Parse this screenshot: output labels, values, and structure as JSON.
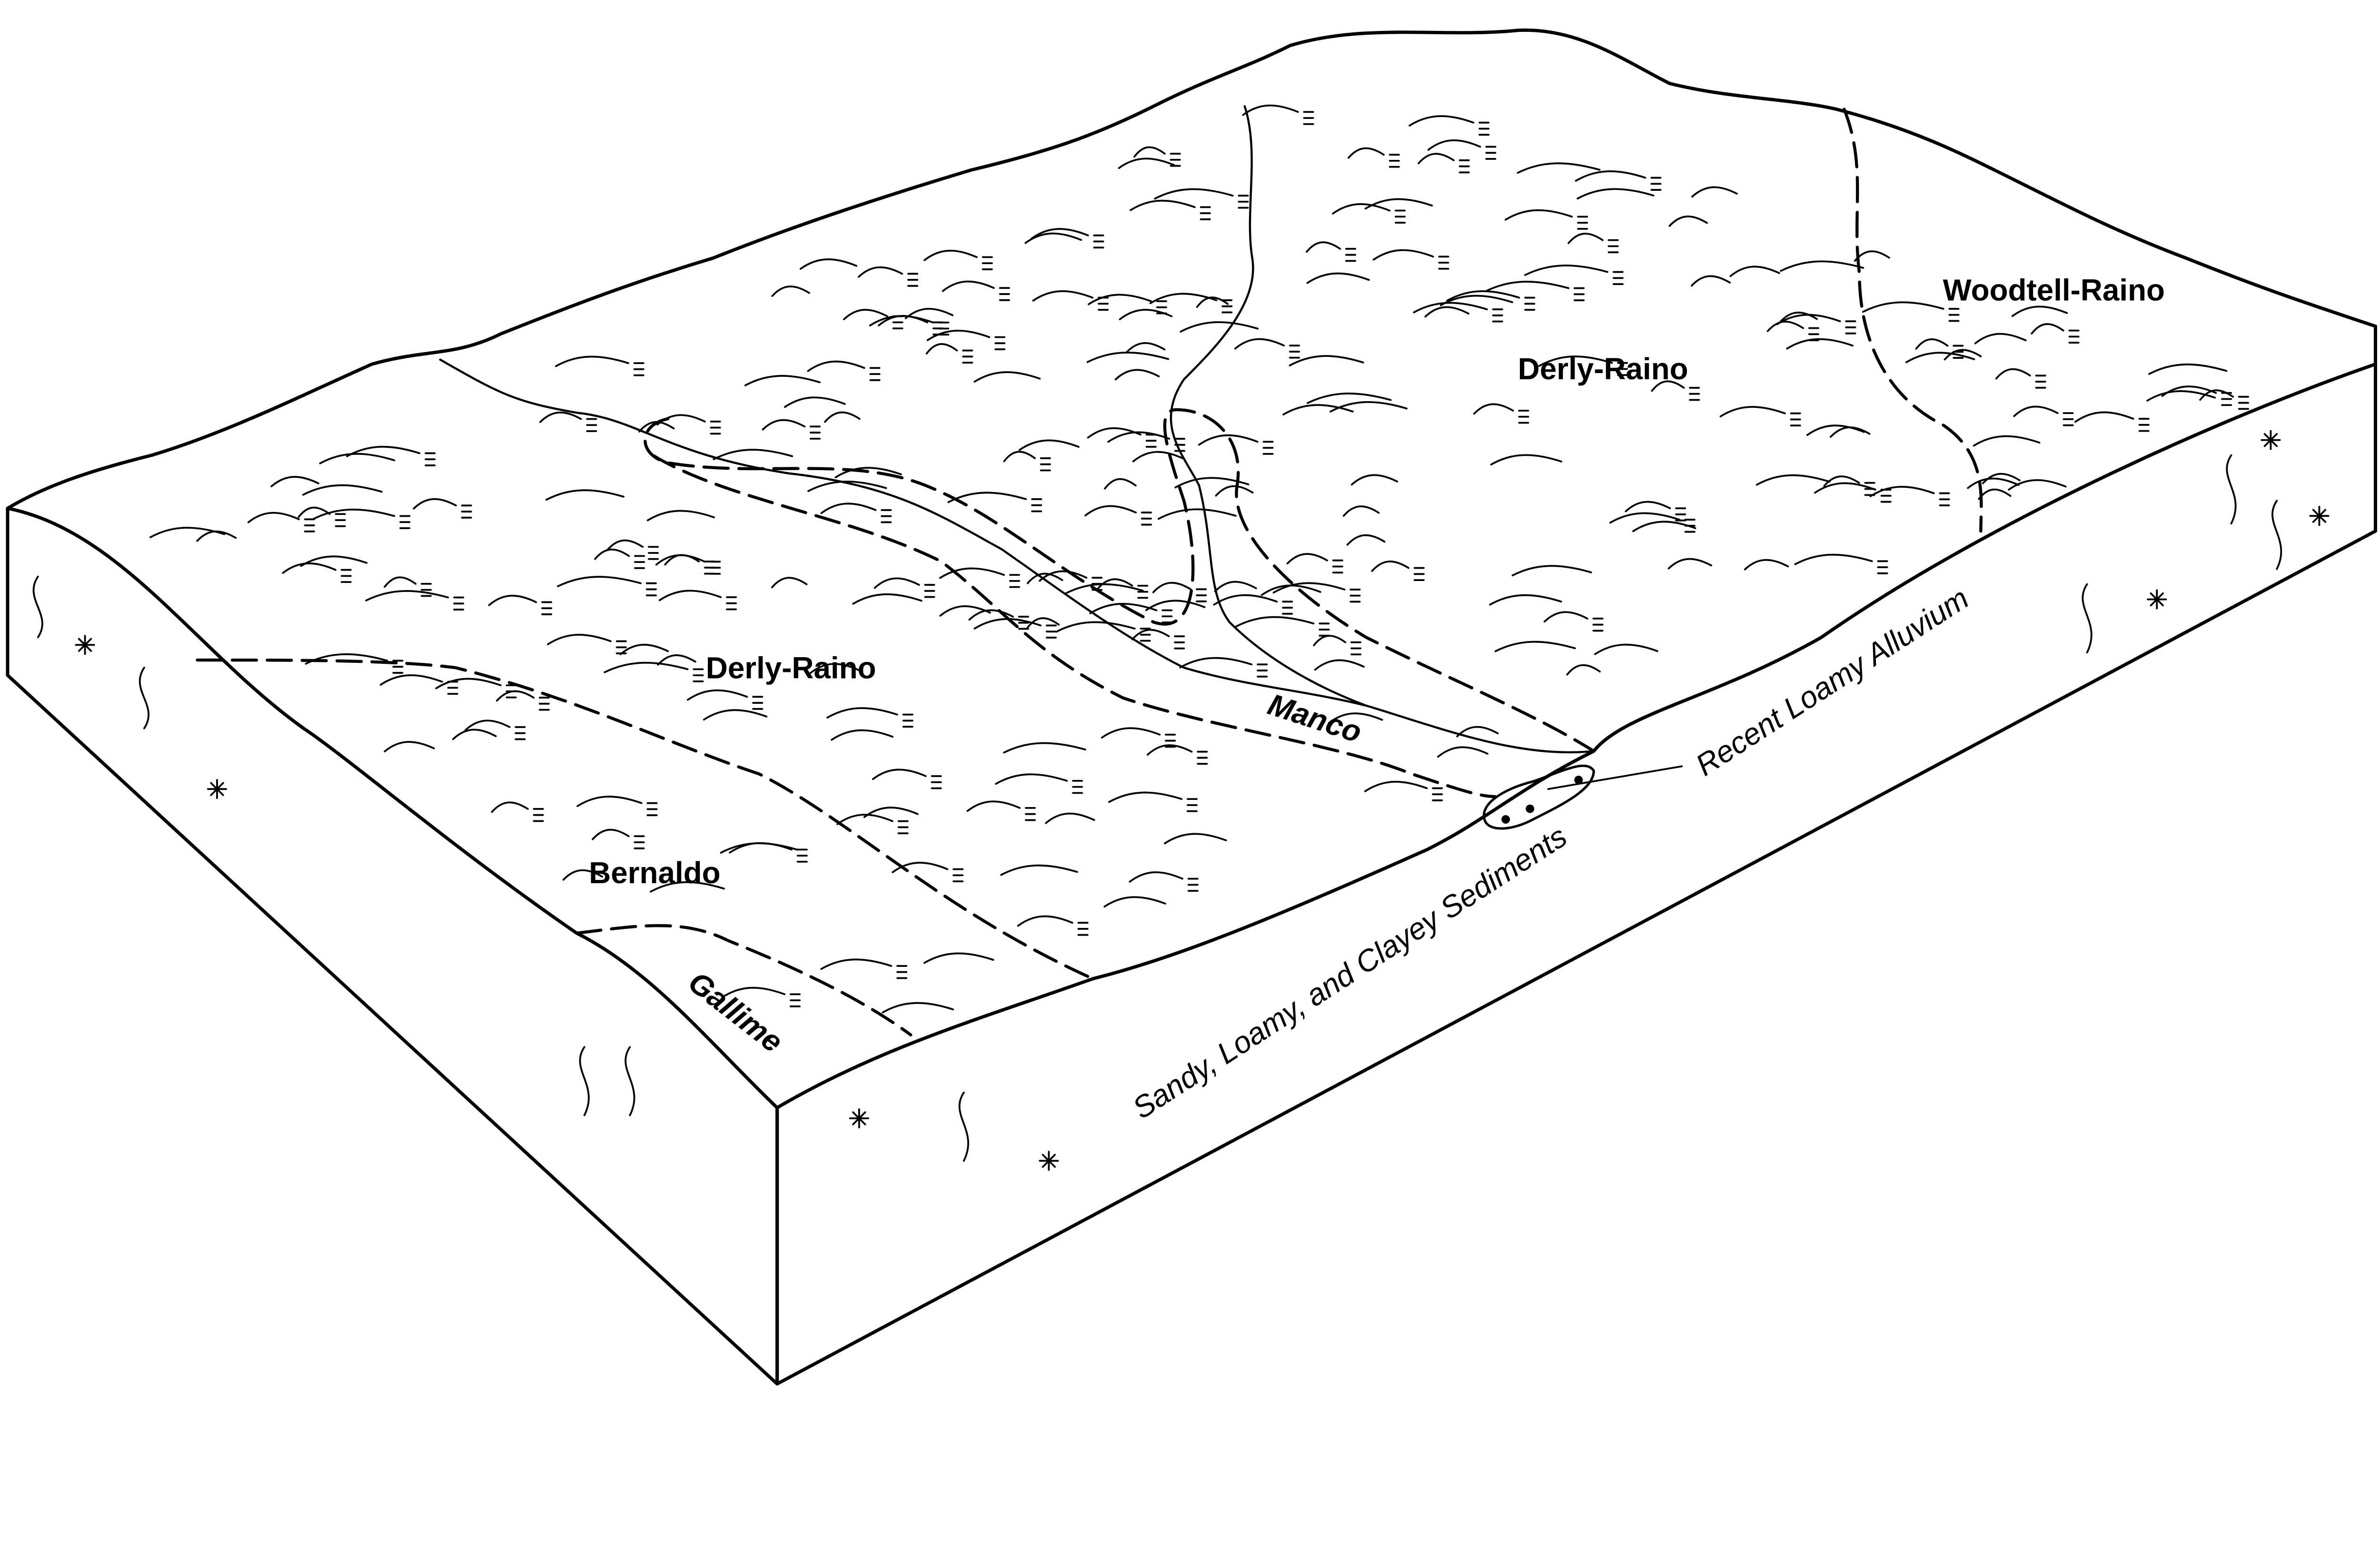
{
  "labels": {
    "woodtell_raino": "Woodtell-Raino",
    "derly_raino_east": "Derly-Raino",
    "derly_raino_west": "Derly-Raino",
    "bernaldo": "Bernaldo",
    "gallime": "Gallime",
    "manco": "Manco",
    "recent_alluvium": "Recent Loamy Alluvium",
    "sediments": "Sandy, Loamy, and Clayey Sediments"
  }
}
